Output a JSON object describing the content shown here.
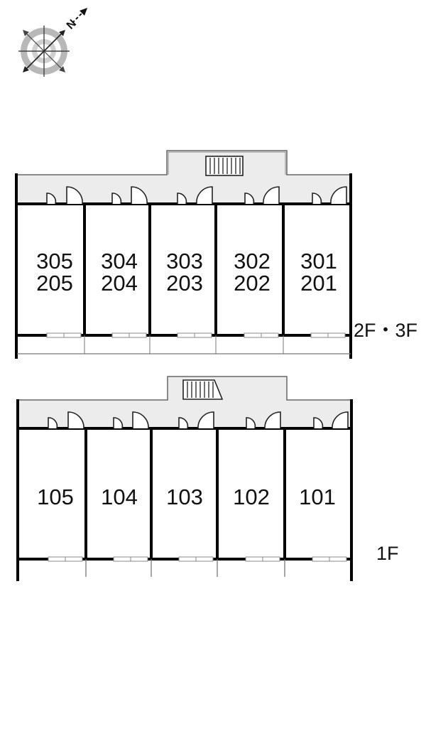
{
  "compass": {
    "letter": "N",
    "icon": "compass-rose-icon"
  },
  "colors": {
    "common_area": "#ececec",
    "wall": "#000000",
    "line": "#555555"
  },
  "upper_block": {
    "floor_label": "2F・3F",
    "units": [
      {
        "top": "305",
        "bottom": "205"
      },
      {
        "top": "304",
        "bottom": "204"
      },
      {
        "top": "303",
        "bottom": "203"
      },
      {
        "top": "302",
        "bottom": "202"
      },
      {
        "top": "301",
        "bottom": "201"
      }
    ]
  },
  "lower_block": {
    "floor_label": "1F",
    "units": [
      {
        "label": "105"
      },
      {
        "label": "104"
      },
      {
        "label": "103"
      },
      {
        "label": "102"
      },
      {
        "label": "101"
      }
    ]
  }
}
